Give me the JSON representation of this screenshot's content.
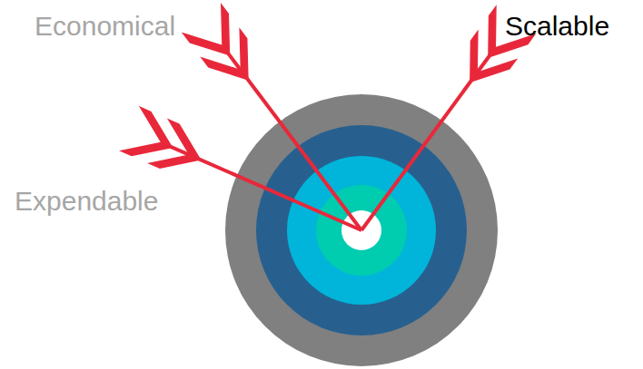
{
  "diagram": {
    "labels": [
      "Economical",
      "Scalable",
      "Expendable"
    ]
  }
}
